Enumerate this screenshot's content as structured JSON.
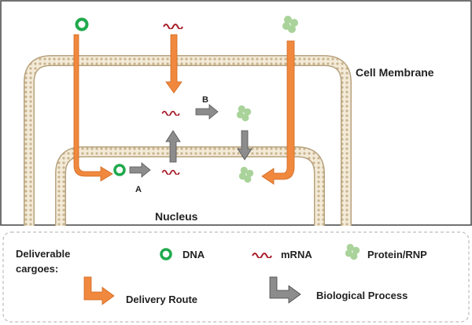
{
  "labels": {
    "cell_membrane": "Cell Membrane",
    "nucleus": "Nucleus",
    "step_a": "A",
    "step_b": "B"
  },
  "legend": {
    "title_line1": "Deliverable",
    "title_line2": "cargoes:",
    "dna": "DNA",
    "mrna": "mRNA",
    "protein": "Protein/RNP",
    "delivery_route": "Delivery Route",
    "biological_process": "Biological Process"
  },
  "colors": {
    "delivery_arrow": "#F0883E",
    "process_arrow": "#8C8C8C",
    "dna": "#1FA94C",
    "mrna": "#A81E2A",
    "protein": "#A9D39A",
    "membrane": "#D8C9A8"
  },
  "icons": {
    "dna": "dna-ring-icon",
    "mrna": "mrna-wave-icon",
    "protein": "protein-cluster-icon"
  }
}
